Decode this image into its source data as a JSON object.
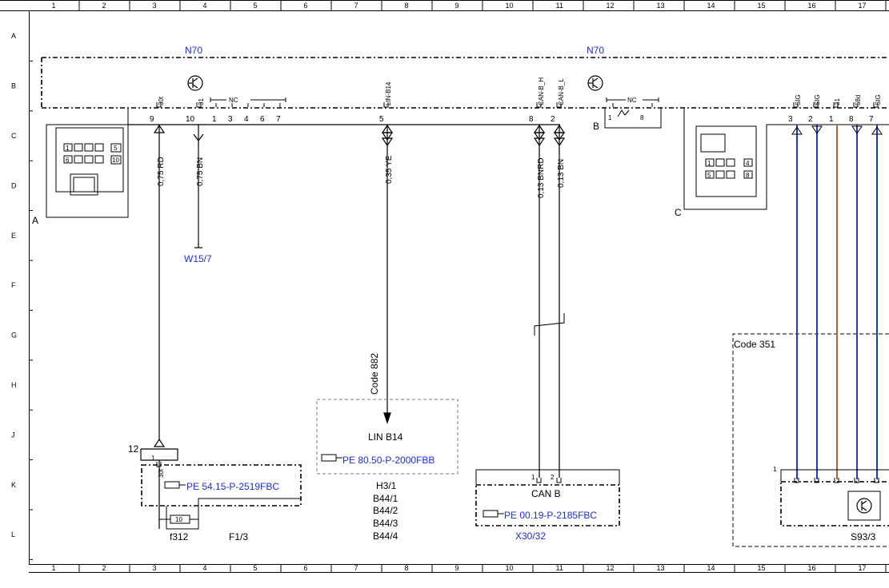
{
  "grid": {
    "columns": [
      "1",
      "2",
      "3",
      "4",
      "5",
      "6",
      "7",
      "8",
      "9",
      "10",
      "11",
      "12",
      "13",
      "14",
      "15",
      "16",
      "17"
    ],
    "rows": [
      "A",
      "B",
      "C",
      "D",
      "E",
      "F",
      "G",
      "H",
      "J",
      "K",
      "L"
    ]
  },
  "modules": {
    "n70_left": "N70",
    "n70_right": "N70"
  },
  "connectors": {
    "a_label": "A",
    "a_pins_top": [
      "5",
      "10"
    ],
    "a_pins_bottom": [
      "1",
      "6"
    ],
    "b_label": "B",
    "b_pins": [
      "1",
      "8"
    ],
    "c_label": "C",
    "c_pins_top": [
      "4",
      "8"
    ],
    "c_pins_bottom": [
      "1",
      "5"
    ]
  },
  "pins": {
    "a9": "9",
    "a10": "10",
    "a1": "1",
    "a3": "3",
    "a4": "4",
    "a6": "6",
    "a7": "7",
    "a5": "5",
    "a8": "8",
    "a2": "2",
    "c3": "3",
    "c2": "2",
    "c1": "1",
    "c8": "8",
    "c7": "7"
  },
  "pin_names": {
    "p30t": "30t",
    "p31": "31",
    "nc1": "NC",
    "lin": "LIN-B14",
    "canh": "CAN-B_H",
    "canl": "CAN-B_L",
    "nc2": "NC",
    "sig1": "SIG",
    "sig2": "SIG",
    "p31b": "31",
    "p58d": "58d",
    "sig3": "SIG"
  },
  "wires": {
    "w1": "0,75 RD",
    "w2": "0,75 BN",
    "w3": "0,35 YE",
    "w4": "0,13 BNRD",
    "w5": "0,13 BN"
  },
  "refs": {
    "w15": "W15/7",
    "code882": "Code 882",
    "code351": "Code 351",
    "lin_box_title": "LIN B14",
    "lin_box_ref": "PE 80.50-P-2000FBB",
    "fuse_ref": "PE 54.15-P-2519FBC",
    "can_title": "CAN B",
    "can_ref": "PE 00.19-P-2185FBC",
    "x30": "X30/32",
    "f312": "f312",
    "f13": "F1/3",
    "h31": "H3/1",
    "b441": "B44/1",
    "b442": "B44/2",
    "b443": "B44/3",
    "b444": "B44/4",
    "s93": "S93/3",
    "pin12": "12",
    "pin1_fuse": "1",
    "pin30t_fuse": "30t",
    "fuse_num": "10",
    "can_pin1": "1",
    "can_pin2": "2",
    "s93_pin1": "1"
  },
  "colors": {
    "wire_blue": "#1f3cb5",
    "wire_brown": "#a0693b",
    "label_blue": "#1c2fd6"
  }
}
